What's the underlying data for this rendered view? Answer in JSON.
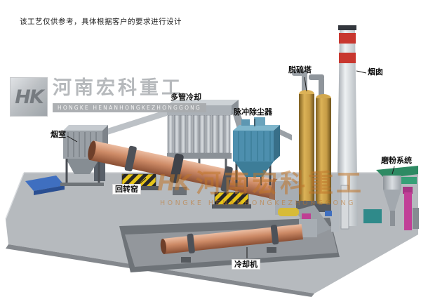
{
  "note": "该工艺仅供参考，具体根据客户的要求进行设计",
  "watermark_logo": {
    "mark": "HK",
    "company_cn": "河南宏科重工",
    "company_en": "HONGKE HENANHONGKEZHONGGONG"
  },
  "watermark_center": {
    "mark": "HK",
    "company_cn": "河南宏科重工",
    "company_en": "HONGKE HENANHONGKEZHONGGONG"
  },
  "labels": {
    "smoke_chamber": "烟室",
    "rotary_kiln": "回转窑",
    "multi_tube_cooler": "多管冷却",
    "pulse_dust_collector": "脉冲除尘器",
    "desulfurization_tower": "脱硫塔",
    "chimney": "烟囱",
    "grinding_system": "磨粉系统",
    "cooling_machine": "冷却机"
  },
  "colors": {
    "kiln_body": "#cd8a66",
    "dust_collector_blue": "#4d8fae",
    "tower_tan": "#caa04a",
    "chimney_band_red": "#c8372f",
    "ground_gray": "#b6babe",
    "hazard_yellow": "#e6c519",
    "watermark_orange": "#c1762a",
    "watermark_gray": "#b3b6b9",
    "grinding_green": "#2e8a63",
    "pipe_magenta": "#c13f97",
    "pad_blue": "#3f6fc0"
  }
}
